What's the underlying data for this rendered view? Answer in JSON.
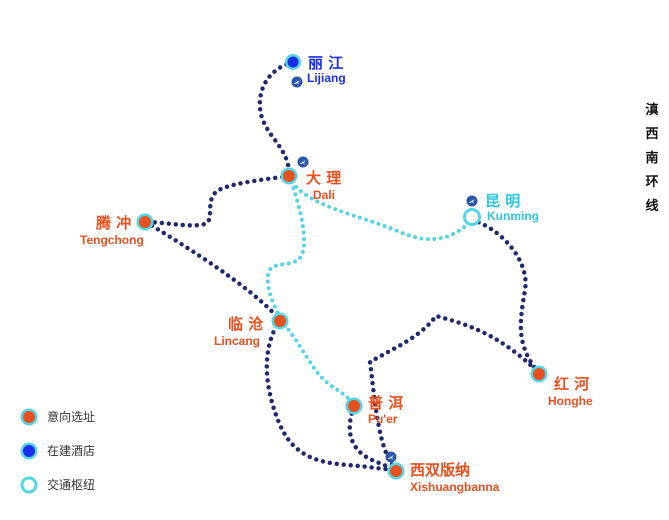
{
  "title": "滇西南环线",
  "colors": {
    "route_planned": "#1f2a6e",
    "route_transport": "#54d4e6",
    "site_dot": "#e8501e",
    "hotel_dot": "#1a2ee8",
    "site_text": "#e8501e",
    "hotel_text": "#1a2ee8",
    "hub_text": "#2fc6de",
    "ring": "#54d4e6",
    "airport": "#2a56a8"
  },
  "cities": {
    "lijiang": {
      "cn": "丽 江",
      "en": "Lijiang",
      "type": "hotel",
      "airport": true
    },
    "dali": {
      "cn": "大 理",
      "en": "Dali",
      "type": "site",
      "airport": true
    },
    "kunming": {
      "cn": "昆 明",
      "en": "Kunming",
      "type": "hub",
      "airport": true
    },
    "tengchong": {
      "cn": "腾 冲",
      "en": "Tengchong",
      "type": "site",
      "airport": false
    },
    "lincang": {
      "cn": "临 沧",
      "en": "Lincang",
      "type": "site",
      "airport": false
    },
    "puer": {
      "cn": "普 洱",
      "en": "Pu'er",
      "type": "site",
      "airport": false
    },
    "honghe": {
      "cn": "红 河",
      "en": "Honghe",
      "type": "site",
      "airport": false
    },
    "xishuangbanna": {
      "cn": "西双版纳",
      "en": "Xishuangbanna",
      "type": "site",
      "airport": true
    }
  },
  "legend": [
    {
      "label": "意向选址",
      "icon": "orange-dot-icon"
    },
    {
      "label": "在建酒店",
      "icon": "blue-dot-icon"
    },
    {
      "label": "交通枢纽",
      "icon": "cyan-ring-icon"
    }
  ]
}
